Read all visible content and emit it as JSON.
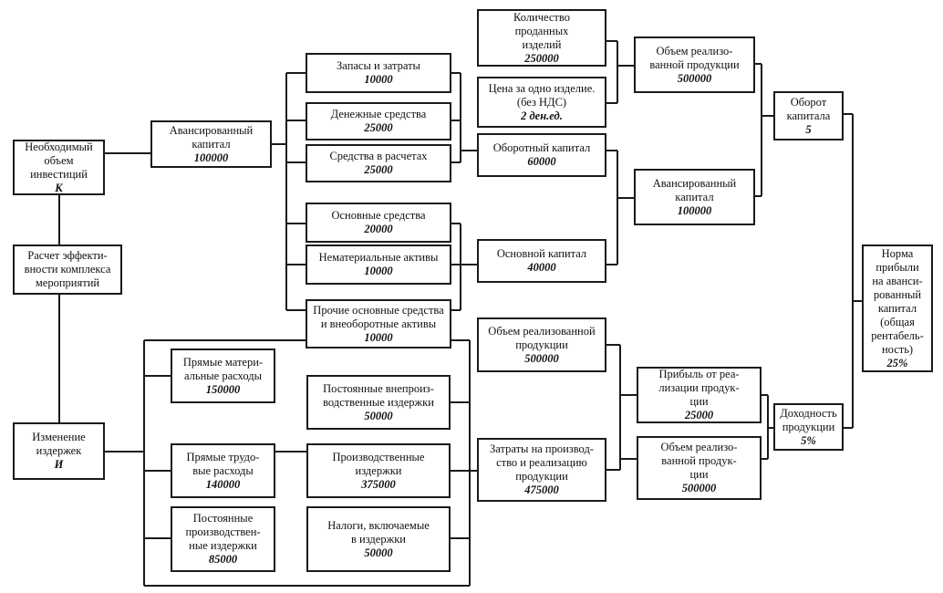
{
  "diagram": {
    "investment": {
      "label": "Необходимый\nобъем инвестиций",
      "value": "К"
    },
    "efficiency": {
      "label": "Расчет эффекти-\nвности комплекса\nмероприятий"
    },
    "cost_change": {
      "label": "Изменение\nиздержек",
      "value": "И"
    },
    "advanced_capital_left": {
      "label": "Авансированный\nкапитал",
      "value": "100000"
    },
    "inventory": {
      "label": "Запасы и затраты",
      "value": "10000"
    },
    "cash": {
      "label": "Денежные средства",
      "value": "25000"
    },
    "receivables": {
      "label": "Средства в расчетах",
      "value": "25000"
    },
    "fixed_assets": {
      "label": "Основные средства",
      "value": "20000"
    },
    "intangibles": {
      "label": "Нематериальные активы",
      "value": "10000"
    },
    "other_fixed": {
      "label": "Прочие основные средства\nи внеоборотные активы",
      "value": "10000"
    },
    "units_sold": {
      "label": "Количество\nпроданных\nизделий",
      "value": "250000"
    },
    "unit_price": {
      "label": "Цена за одно изделие.\n(без НДС)",
      "value": "2 ден.ед."
    },
    "working_capital": {
      "label": "Оборотный капитал",
      "value": "60000"
    },
    "fixed_capital": {
      "label": "Основной капитал",
      "value": "40000"
    },
    "sales_volume_top": {
      "label": "Объем реализо-\nванной продукции",
      "value": "500000"
    },
    "advanced_capital_right": {
      "label": "Авансированный\nкапитал",
      "value": "100000"
    },
    "turnover": {
      "label": "Оборот\nкапитала",
      "value": "5"
    },
    "profit_norm": {
      "label": "Норма\nприбыли\nна аванси-\nрованный\nкапитал\n(общая\nрентабель-\nность)",
      "value": "25%"
    },
    "direct_material": {
      "label": "Прямые матери-\nальные расходы",
      "value": "150000"
    },
    "direct_labor": {
      "label": "Прямые трудо-\nвые расходы",
      "value": "140000"
    },
    "fixed_production": {
      "label": "Постоянные\nпроизводствен-\nные издержки",
      "value": "85000"
    },
    "fixed_nonproduction": {
      "label": "Постоянные внепроиз-\nводственные издержки",
      "value": "50000"
    },
    "production_costs": {
      "label": "Производственные\nиздержки",
      "value": "375000"
    },
    "taxes": {
      "label": "Налоги, включаемые\nв издержки",
      "value": "50000"
    },
    "sales_volume_mid": {
      "label": "Объем реализованной\nпродукции",
      "value": "500000"
    },
    "total_costs": {
      "label": "Затраты на производ-\nство и реализацию\nпродукции",
      "value": "475000"
    },
    "sales_profit": {
      "label": "Прибыль от реа-\nлизации продук-\nции",
      "value": "25000"
    },
    "sales_volume_bottom": {
      "label": "Объем реализо-\nванной продук-\nции",
      "value": "500000"
    },
    "product_return": {
      "label": "Доходность\nпродукции",
      "value": "5%"
    }
  }
}
